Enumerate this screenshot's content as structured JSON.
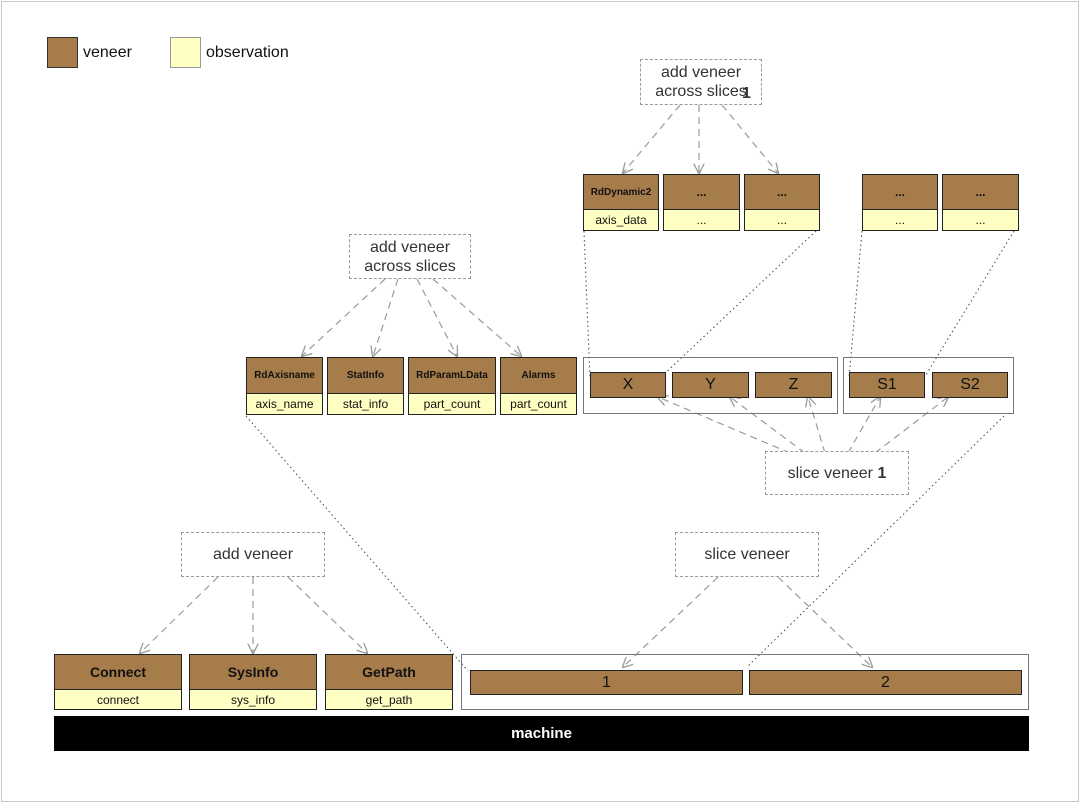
{
  "legend": {
    "veneer": {
      "label": "veneer",
      "color": "#a67c4a"
    },
    "observation": {
      "label": "observation",
      "color": "#ffffc4"
    }
  },
  "annotations": {
    "add_veneer": "add veneer",
    "add_veneer_across_slices": "add veneer across slices",
    "add_veneer_across_slices_1_prefix": "add veneer across slices",
    "add_veneer_across_slices_1_suffix": "1",
    "slice_veneer": "slice veneer",
    "slice_veneer_1_prefix": "slice veneer",
    "slice_veneer_1_suffix": "1"
  },
  "machine": {
    "label": "machine"
  },
  "base_veneers": [
    {
      "veneer": "Connect",
      "observation": "connect"
    },
    {
      "veneer": "SysInfo",
      "observation": "sys_info"
    },
    {
      "veneer": "GetPath",
      "observation": "get_path"
    }
  ],
  "machine_slices": [
    "1",
    "2"
  ],
  "mid_veneers": [
    {
      "veneer": "RdAxisname",
      "observation": "axis_name"
    },
    {
      "veneer": "StatInfo",
      "observation": "stat_info"
    },
    {
      "veneer": "RdParamLData",
      "observation": "part_count"
    },
    {
      "veneer": "Alarms",
      "observation": "part_count"
    }
  ],
  "slice_group_1": [
    "X",
    "Y",
    "Z"
  ],
  "slice_group_2": [
    "S1",
    "S2"
  ],
  "top_veneers_group_1": [
    {
      "veneer": "RdDynamic2",
      "observation": "axis_data"
    },
    {
      "veneer": "...",
      "observation": "..."
    },
    {
      "veneer": "...",
      "observation": "..."
    }
  ],
  "top_veneers_group_2": [
    {
      "veneer": "...",
      "observation": "..."
    },
    {
      "veneer": "...",
      "observation": "..."
    }
  ]
}
